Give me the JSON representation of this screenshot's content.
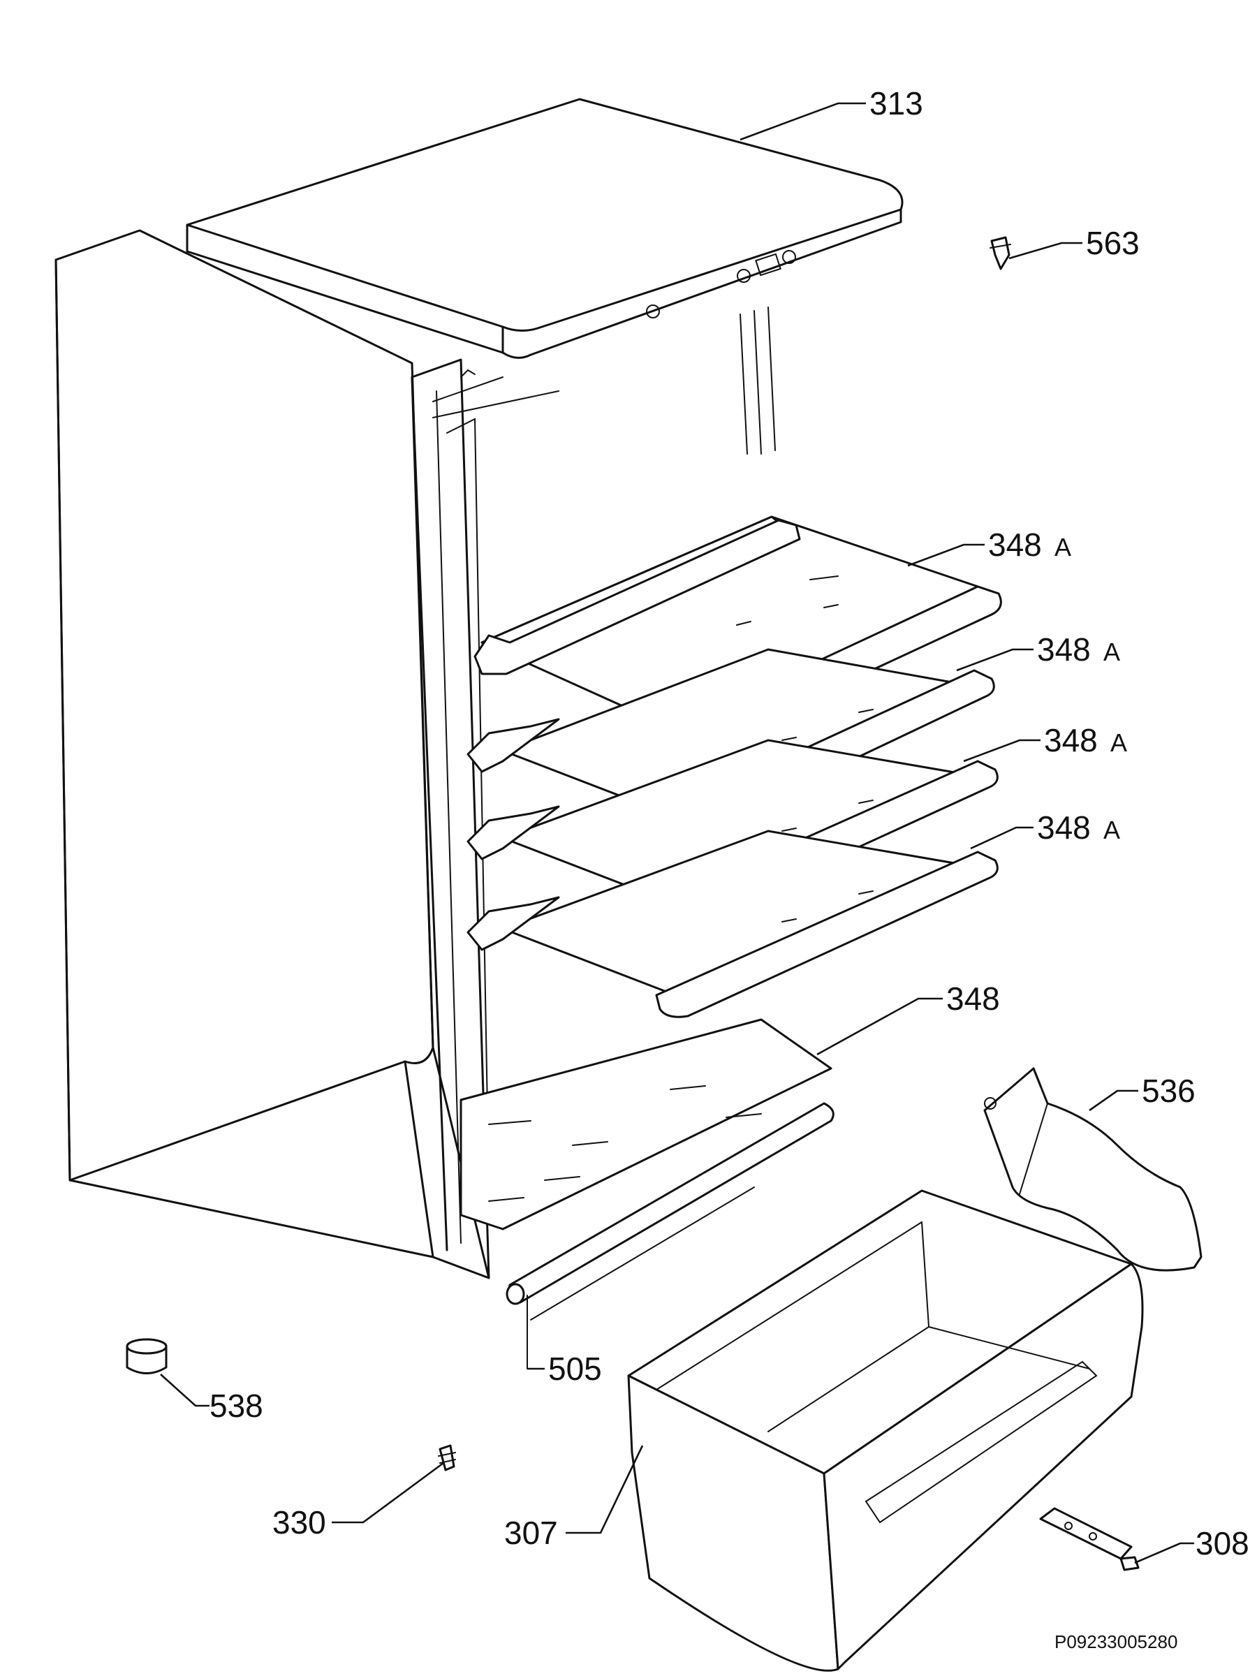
{
  "labels": {
    "l313": "313",
    "l563": "563",
    "l348a_1": "348",
    "l348a_1_suffix": "A",
    "l348a_2": "348",
    "l348a_2_suffix": "A",
    "l348a_3": "348",
    "l348a_3_suffix": "A",
    "l348a_4": "348",
    "l348a_4_suffix": "A",
    "l348": "348",
    "l536": "536",
    "l505": "505",
    "l538": "538",
    "l330": "330",
    "l307": "307",
    "l308": "308"
  },
  "drawing_code": "P09233005280"
}
